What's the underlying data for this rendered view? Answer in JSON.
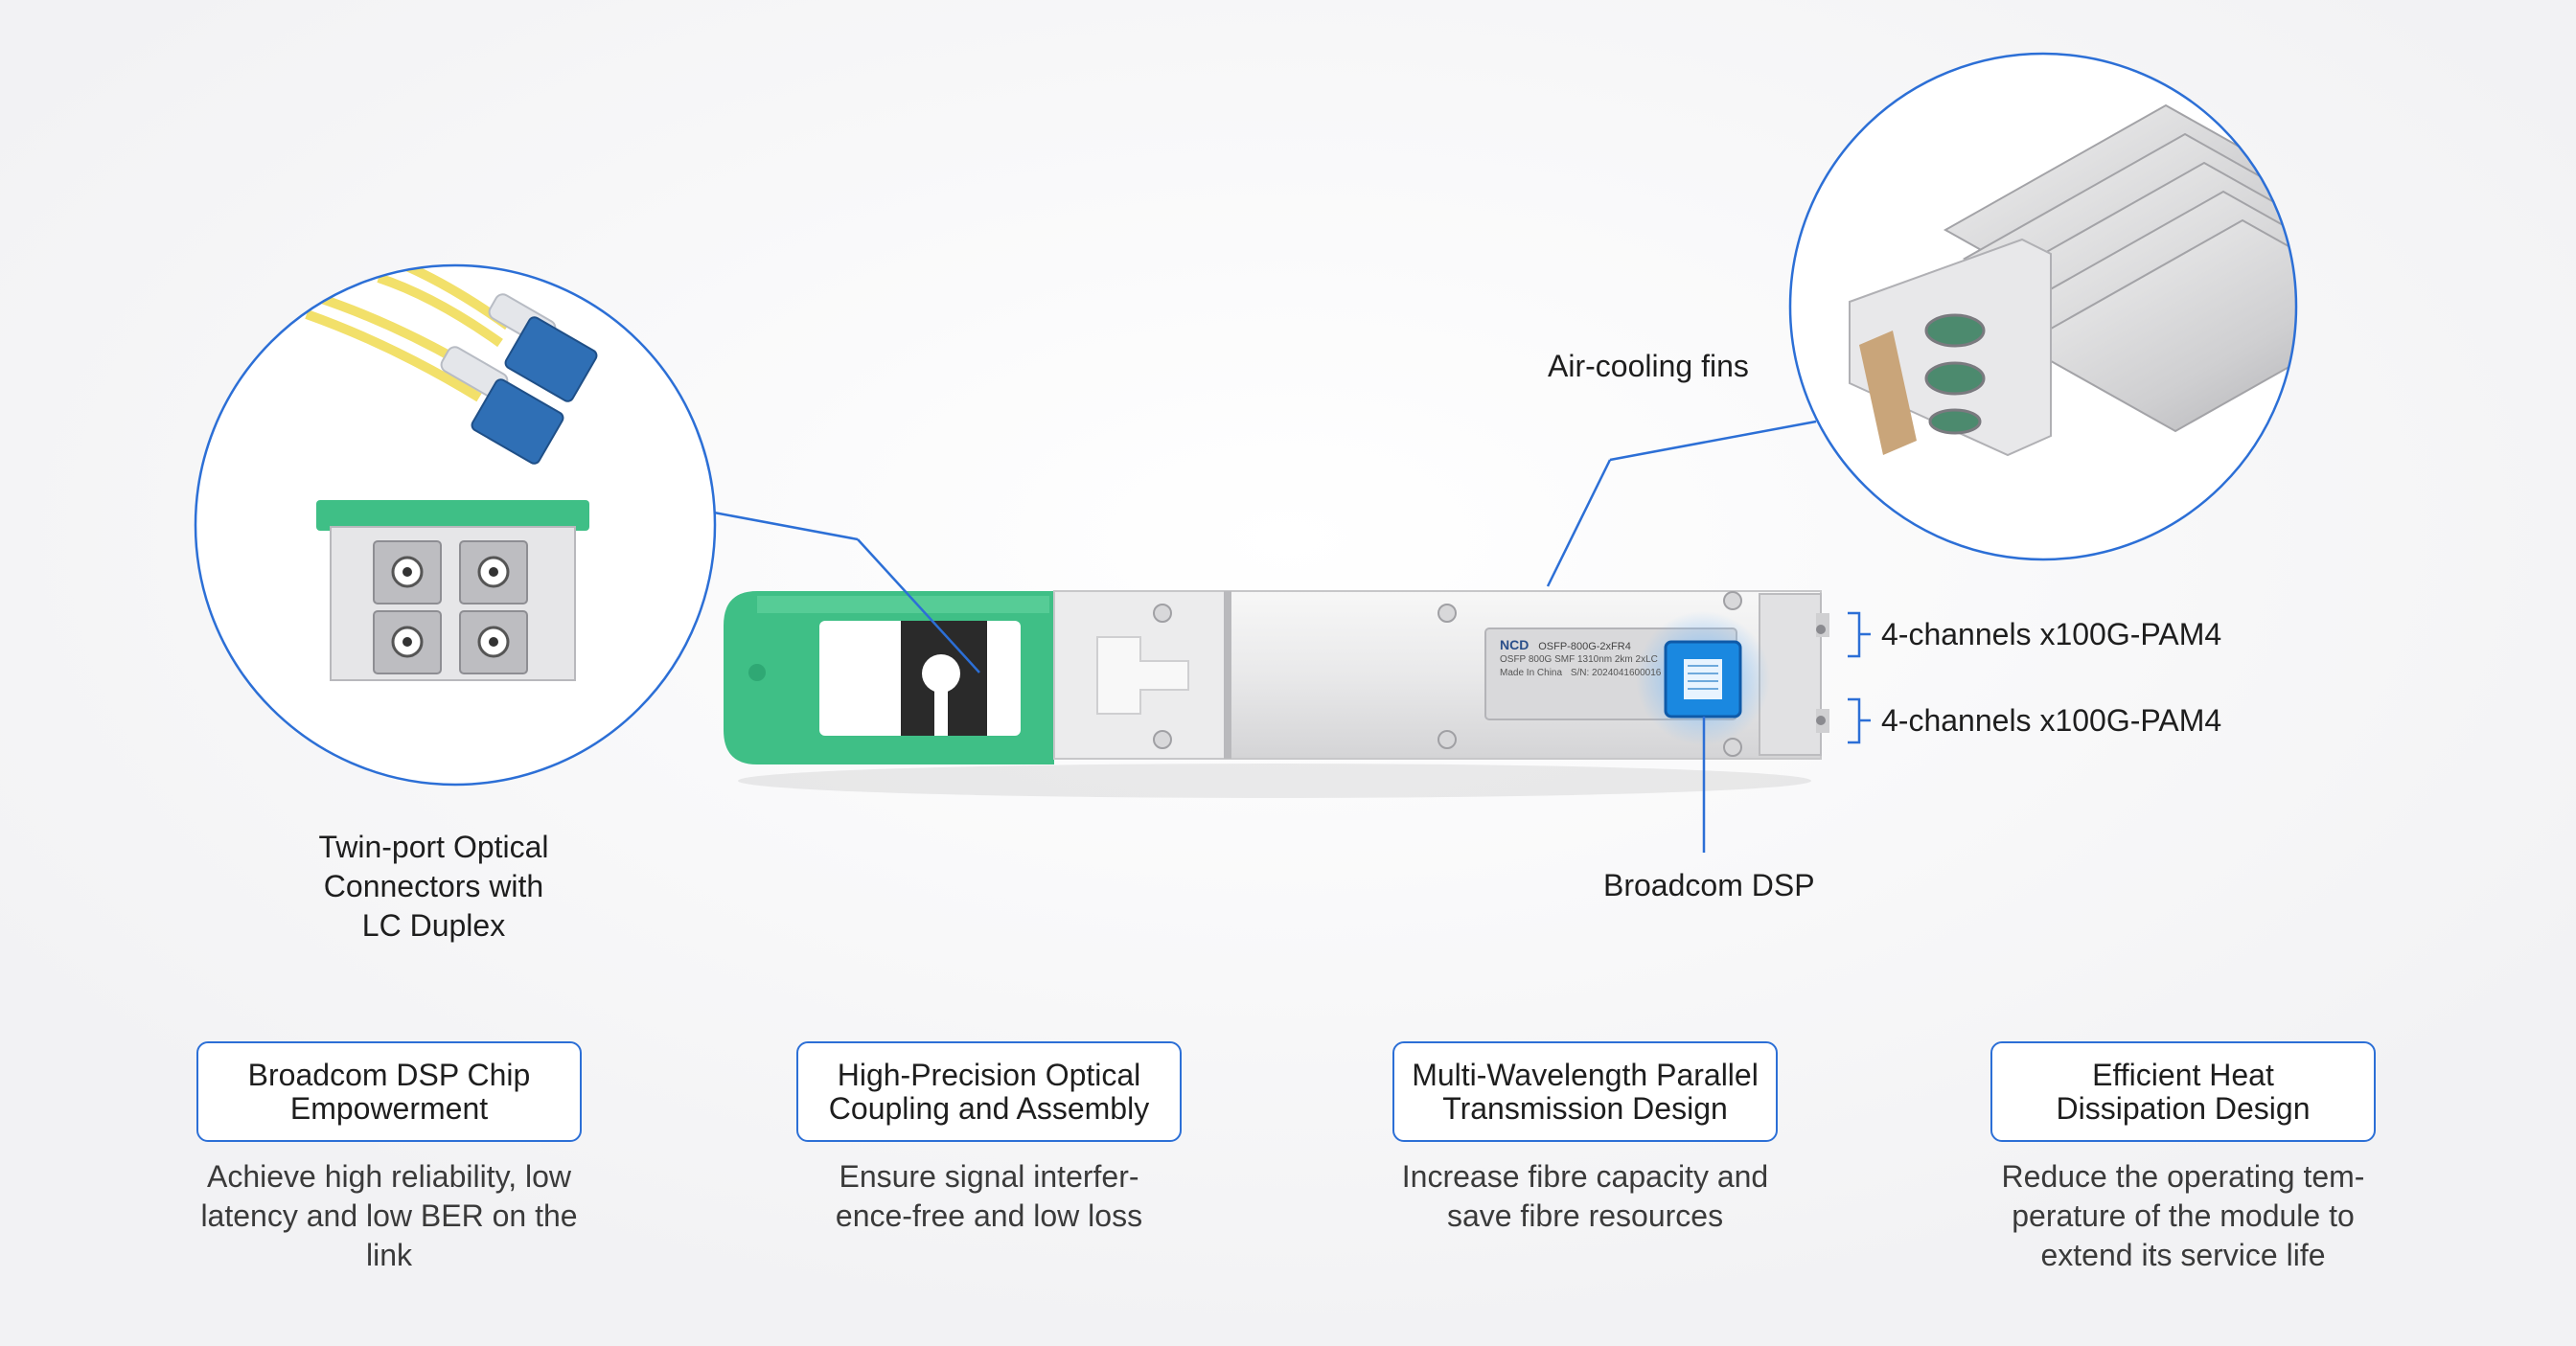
{
  "labels": {
    "air_cooling": "Air-cooling fins",
    "channels_top": "4-channels x100G-PAM4",
    "channels_bottom": "4-channels x100G-PAM4",
    "broadcom_dsp": "Broadcom DSP",
    "twin_port": [
      "Twin-port Optical",
      "Connectors with",
      "LC Duplex"
    ]
  },
  "module_label": {
    "brand": "NCD",
    "model": "OSFP-800G-2xFR4",
    "spec": "OSFP 800G SMF 1310nm 2km 2xLC",
    "origin": "Made In China",
    "serial": "S/N: 2024041600016"
  },
  "features": [
    {
      "title": [
        "Broadcom DSP Chip",
        "Empowerment"
      ],
      "desc": [
        "Achieve high reliability, low",
        "latency and low BER on the",
        "link"
      ]
    },
    {
      "title": [
        "High-Precision Optical",
        "Coupling and Assembly"
      ],
      "desc": [
        "Ensure signal interfer-",
        "ence-free and low loss"
      ]
    },
    {
      "title": [
        "Multi-Wavelength Parallel",
        "Transmission Design"
      ],
      "desc": [
        "Increase fibre capacity and",
        "save fibre resources"
      ]
    },
    {
      "title": [
        "Efficient Heat",
        "Dissipation Design"
      ],
      "desc": [
        "Reduce the operating tem-",
        "perature of the module to",
        "extend its service life"
      ]
    }
  ],
  "colors": {
    "accent_blue": "#2c6fd6",
    "pull_tab_green": "#3fbf86",
    "lc_connector_blue": "#2f6fb5",
    "fiber_yellow": "#f2e06a",
    "chip_blue": "#1a88e0"
  }
}
